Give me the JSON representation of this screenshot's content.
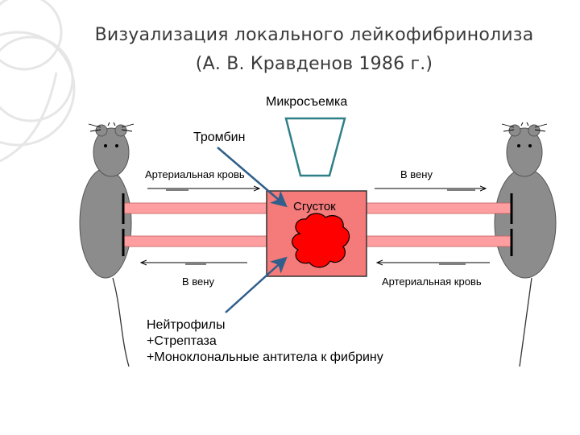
{
  "title": {
    "line1": "Визуализация локального лейкофибринолиза",
    "line2": "(А. В. Кравденов 1986 г.)"
  },
  "labels": {
    "microscopy": "Микросъемка",
    "thrombin": "Тромбин",
    "arterial_left": "Артериальная кровь",
    "vein_right": "В вену",
    "clot": "Сгусток",
    "vein_left": "В вену",
    "arterial_right": "Артериальная кровь"
  },
  "injection": {
    "line1": "Нейтрофилы",
    "line2": "+Стрептаза",
    "line3": "+Моноклональные антитела к фибрину"
  },
  "colors": {
    "rat": "#8c8c8c",
    "tube": "#ff9ea0",
    "chamber": "#f57a7a",
    "clot": "#ff0000",
    "arrow": "#2f5f8a",
    "microscope": "#2f7f87",
    "background_swirl": "#e6e6e6"
  },
  "icons": {
    "left_animal": "rat-icon",
    "right_animal": "rat-icon",
    "camera": "microscope-lens-icon"
  }
}
